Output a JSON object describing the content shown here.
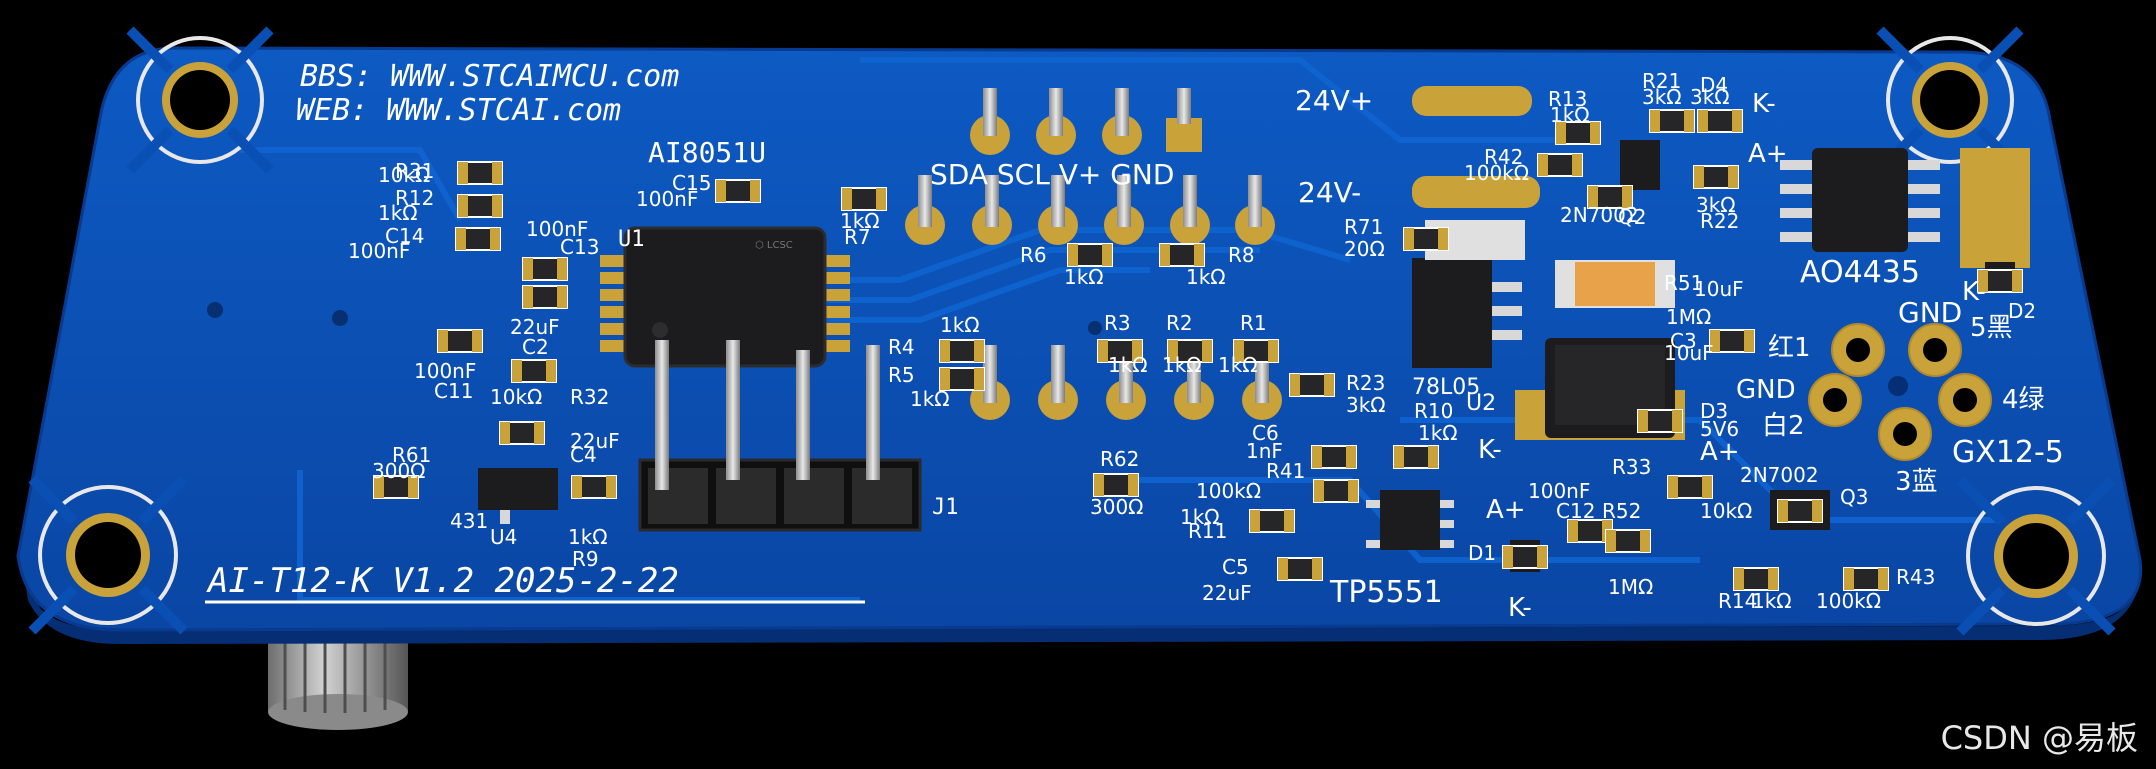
{
  "board": {
    "bbs": "BBS:  WWW.STCAIMCU.com",
    "web": "WEB:  WWW.STCAI.com",
    "version": "AI-T12-K V1.2 2025-2-22",
    "mcu_name": "AI8051U",
    "header_top": "SDA SCL V+ GND",
    "j1": "J1",
    "u1": "U1",
    "u2": "U2",
    "u4": "U4",
    "ic_431": "431",
    "ic_7805": "78L05",
    "ic_aod": "AO4435",
    "ic_tp": "TP5551",
    "conn": "GX12-5",
    "net_24vp": "24V+",
    "net_24vm": "24V-",
    "pins": {
      "p5": "5黑",
      "p4": "4绿",
      "p3": "3蓝",
      "p2": "白2",
      "p1": "红1",
      "gnd1": "GND",
      "gnd2": "GND"
    }
  },
  "labels": [
    {
      "id": "r31",
      "ref": "R31",
      "val": "10kΩ"
    },
    {
      "id": "r12",
      "ref": "R12",
      "val": "1kΩ"
    },
    {
      "id": "c14",
      "ref": "C14",
      "val": "100nF"
    },
    {
      "id": "c13",
      "ref": "C13",
      "val": "100nF"
    },
    {
      "id": "c15",
      "ref": "C15",
      "val": "100nF"
    },
    {
      "id": "c2",
      "ref": "C2",
      "val": "22uF"
    },
    {
      "id": "c11",
      "ref": "C11",
      "val": "100nF"
    },
    {
      "id": "r32",
      "ref": "R32",
      "val": "10kΩ"
    },
    {
      "id": "c4",
      "ref": "C4",
      "val": "22uF"
    },
    {
      "id": "r61",
      "ref": "R61",
      "val": "300Ω"
    },
    {
      "id": "r9",
      "ref": "R9",
      "val": "1kΩ"
    },
    {
      "id": "r7",
      "ref": "R7",
      "val": "1kΩ"
    },
    {
      "id": "r6",
      "ref": "R6",
      "val": "1kΩ"
    },
    {
      "id": "r8",
      "ref": "R8",
      "val": "1kΩ"
    },
    {
      "id": "r4",
      "ref": "R4",
      "val": "1kΩ"
    },
    {
      "id": "r5",
      "ref": "R5",
      "val": "1kΩ"
    },
    {
      "id": "r3",
      "ref": "R3",
      "val": "1kΩ"
    },
    {
      "id": "r2",
      "ref": "R2",
      "val": "1kΩ"
    },
    {
      "id": "r1",
      "ref": "R1",
      "val": "1kΩ"
    },
    {
      "id": "r62",
      "ref": "R62",
      "val": "300Ω"
    },
    {
      "id": "r13",
      "ref": "R13",
      "val": "1kΩ"
    },
    {
      "id": "r42",
      "ref": "R42",
      "val": "100kΩ"
    },
    {
      "id": "r21",
      "ref": "R21",
      "val": "3kΩ"
    },
    {
      "id": "r22",
      "ref": "R22",
      "val": "3kΩ"
    },
    {
      "id": "q2",
      "ref": "Q2",
      "val": "2N7002"
    },
    {
      "id": "r71",
      "ref": "R71",
      "val": "20Ω"
    },
    {
      "id": "r51",
      "ref": "R51",
      "val": "1MΩ"
    },
    {
      "id": "c3",
      "ref": "C3",
      "val": "10uF"
    },
    {
      "id": "r23",
      "ref": "R23",
      "val": "3kΩ"
    },
    {
      "id": "r10",
      "ref": "R10",
      "val": "1kΩ"
    },
    {
      "id": "c6",
      "ref": "C6",
      "val": "1nF"
    },
    {
      "id": "r41",
      "ref": "R41",
      "val": "100kΩ"
    },
    {
      "id": "r11",
      "ref": "R11",
      "val": "1kΩ"
    },
    {
      "id": "c5",
      "ref": "C5",
      "val": "22uF"
    },
    {
      "id": "r33",
      "ref": "R33",
      "val": ""
    },
    {
      "id": "c12",
      "ref": "C12",
      "val": "100nF"
    },
    {
      "id": "r52",
      "ref": "R52",
      "val": "1MΩ"
    },
    {
      "id": "q3",
      "ref": "Q3",
      "val": "2N7002"
    },
    {
      "id": "r14",
      "ref": "R14",
      "val": "1kΩ"
    },
    {
      "id": "r43",
      "ref": "R43",
      "val": "100kΩ"
    },
    {
      "id": "d1",
      "ref": "D1",
      "val": ""
    },
    {
      "id": "d2",
      "ref": "D2",
      "val": ""
    },
    {
      "id": "d3",
      "ref": "D3",
      "val": "5V6"
    },
    {
      "id": "d4",
      "ref": "D4",
      "val": ""
    }
  ],
  "extra": {
    "ka1": "K-",
    "ka2": "A+",
    "ka3": "K-",
    "ka4": "A+",
    "ka5": "K-",
    "ka6": "A+",
    "ka7": "K-",
    "r24": "10kΩ",
    "r3a": "3kΩ",
    "c10": "10uF"
  },
  "watermark": "CSDN @易板",
  "colors": {
    "pcb": "#0a4fb4",
    "pcb_edge": "#0b3e94",
    "copper": "#c9a23a",
    "silk": "#ffffff",
    "ic": "#1c1c1e"
  }
}
